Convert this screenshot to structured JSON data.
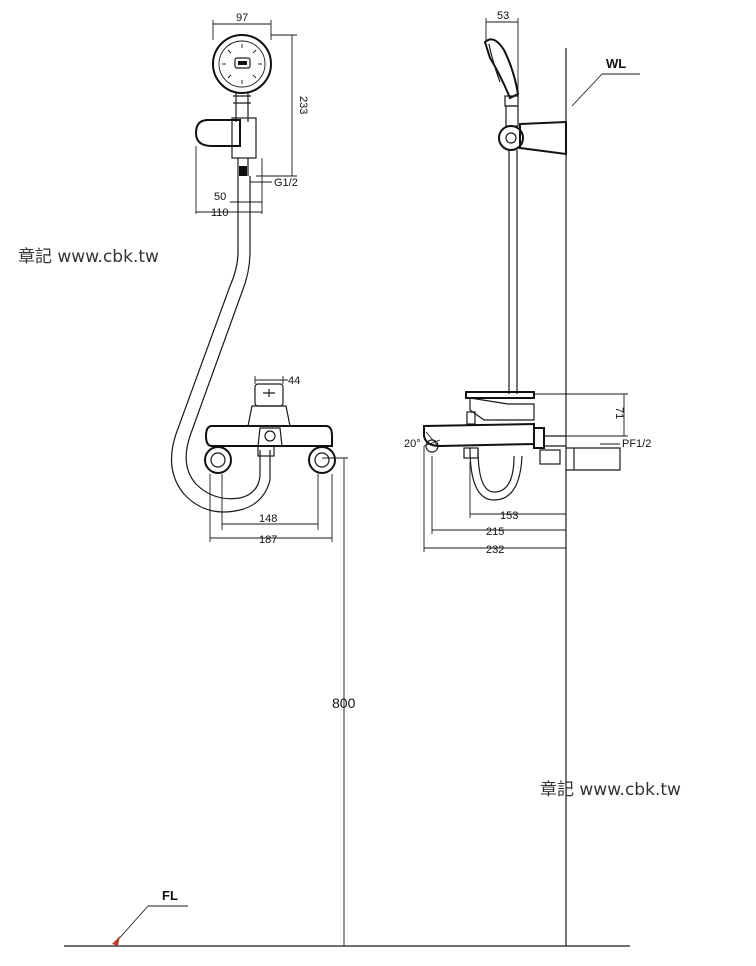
{
  "labels": {
    "wall_line": "WL",
    "floor_line": "FL"
  },
  "dimensions": {
    "head_width": "97",
    "head_height": "233",
    "connector_thread": "G1/2",
    "holder_offset_50": "50",
    "holder_depth_110": "110",
    "valve_width_44": "44",
    "inlet_spacing_148": "148",
    "body_width_187": "187",
    "mount_height_800": "800",
    "side_head_width": "53",
    "side_height_71": "71",
    "spout_angle": "20°",
    "inlet_thread": "PF1/2",
    "depth_153": "153",
    "depth_215": "215",
    "depth_232": "232"
  },
  "watermarks": [
    "章記 www.cbk.tw",
    "章記 www.cbk.tw"
  ],
  "colors": {
    "line": "#1a1a1a",
    "floor_marker": "#c0392b"
  }
}
